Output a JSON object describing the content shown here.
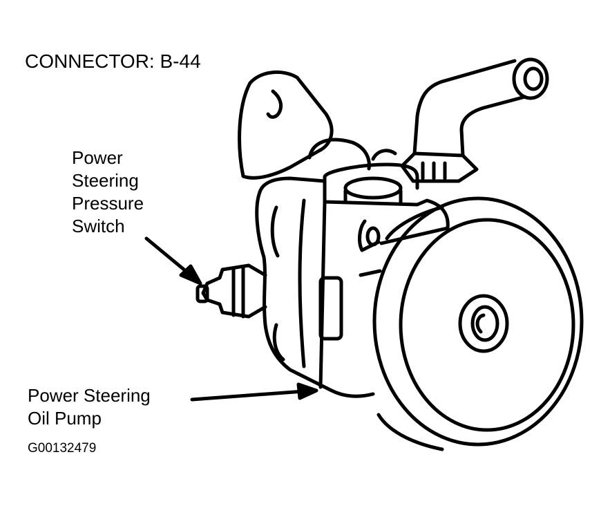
{
  "diagram": {
    "title": "CONNECTOR: B-44",
    "labels": {
      "pressure_switch": [
        "Power",
        "Steering",
        "Pressure",
        "Switch"
      ],
      "oil_pump": [
        "Power Steering",
        "Oil Pump"
      ]
    },
    "figure_id": "G00132479"
  },
  "colors": {
    "ink": "#000000",
    "background": "#ffffff"
  }
}
